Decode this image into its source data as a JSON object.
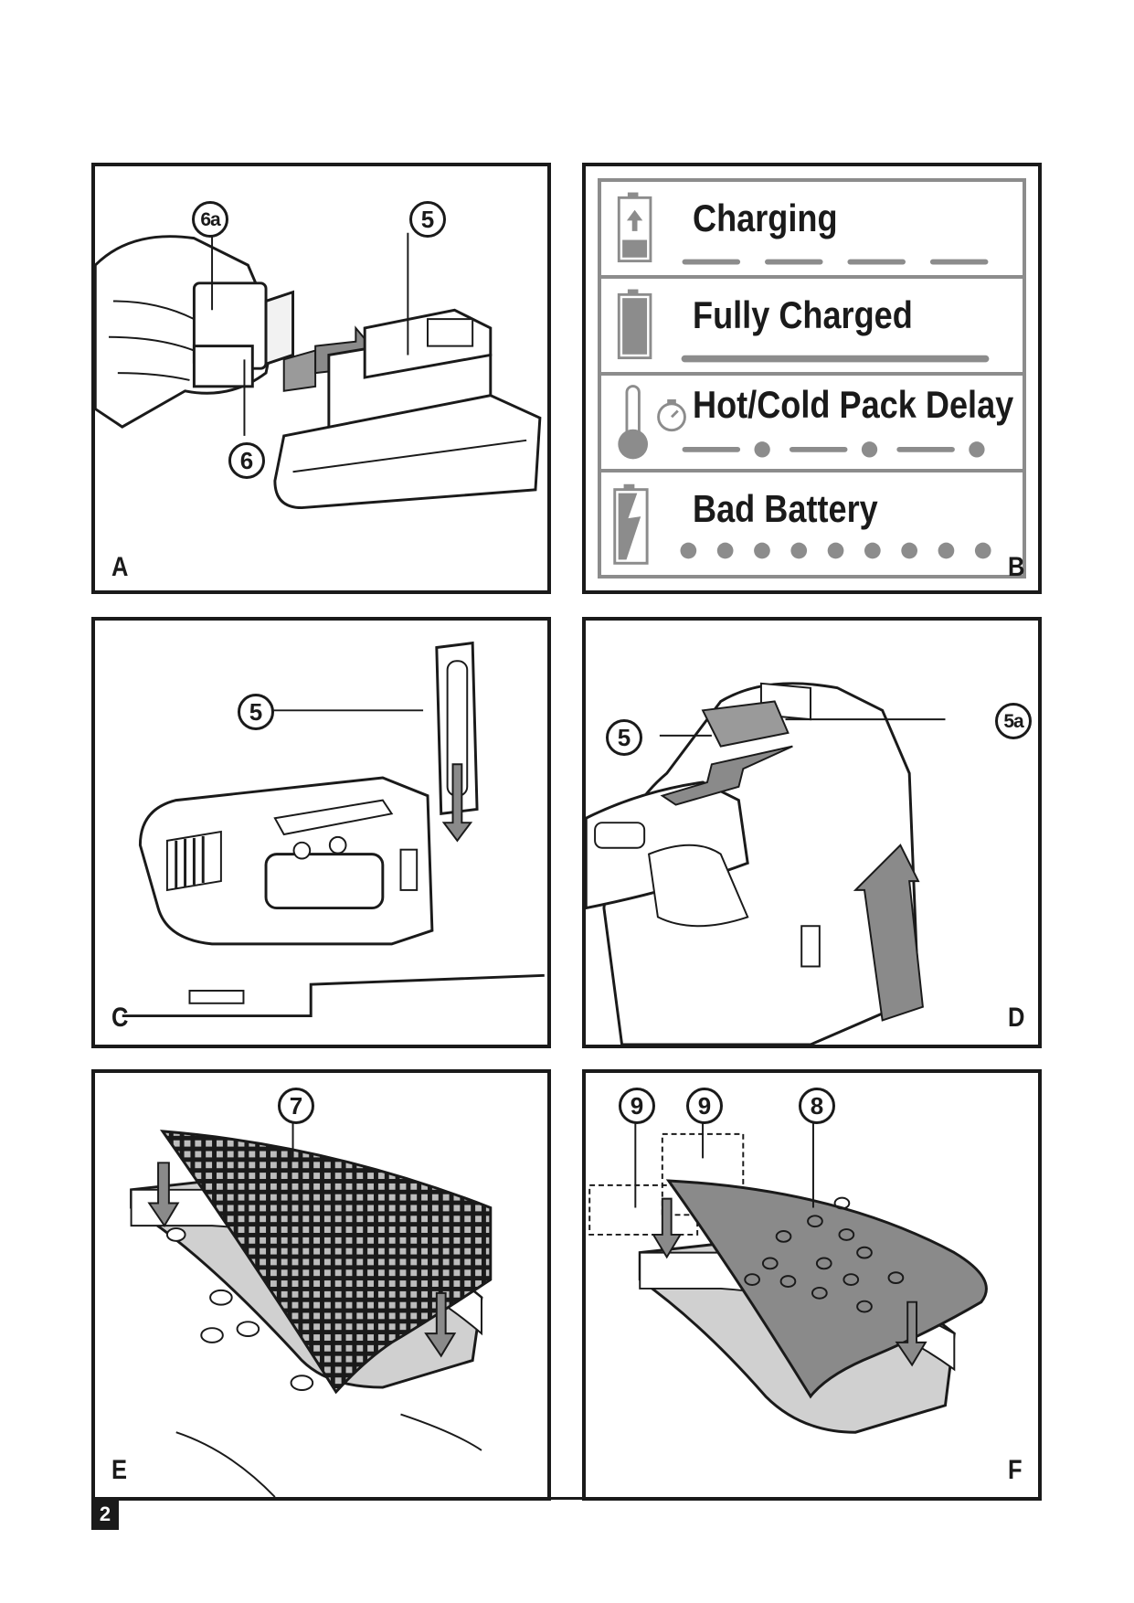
{
  "panels": {
    "a": {
      "letter": "A",
      "callouts": [
        "6a",
        "5",
        "6"
      ]
    },
    "b": {
      "letter": "B",
      "rows": [
        {
          "label": "Charging",
          "icon": "battery-charging-icon"
        },
        {
          "label": "Fully Charged",
          "icon": "battery-full-icon"
        },
        {
          "label": "Hot/Cold Pack Delay",
          "icon": "thermometer-timer-icon"
        },
        {
          "label": "Bad Battery",
          "icon": "battery-bad-icon"
        }
      ]
    },
    "c": {
      "letter": "C",
      "callouts": [
        "5"
      ]
    },
    "d": {
      "letter": "D",
      "callouts": [
        "5",
        "5a"
      ]
    },
    "e": {
      "letter": "E",
      "callouts": [
        "7"
      ]
    },
    "f": {
      "letter": "F",
      "callouts": [
        "9",
        "9",
        "8"
      ]
    }
  },
  "page_number": "2",
  "colors": {
    "ink": "#1a1a1a",
    "grey": "#8c8c8c",
    "indicator": "#8a8a8a"
  }
}
